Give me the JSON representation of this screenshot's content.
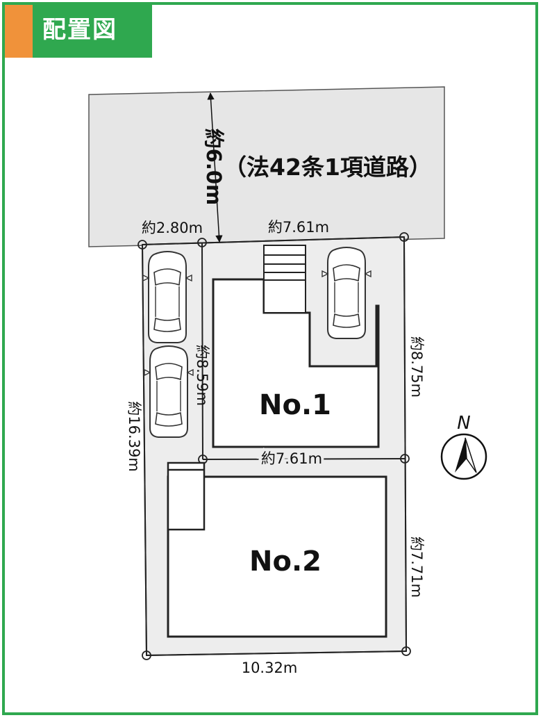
{
  "header": {
    "title": "配置図"
  },
  "road": {
    "label": "（法42条1項道路）",
    "width_label": "約6.0m"
  },
  "lots": [
    {
      "name": "No.1"
    },
    {
      "name": "No.2"
    }
  ],
  "dimensions": {
    "top_left": "約2.80m",
    "top_right": "約7.61m",
    "middle": "約7.61m",
    "bottom": "10.32m",
    "left": "約16.39m",
    "inner_left": "約8.59m",
    "right_upper": "約8.75m",
    "right_lower": "約7.71m"
  },
  "compass": {
    "label": "N"
  }
}
